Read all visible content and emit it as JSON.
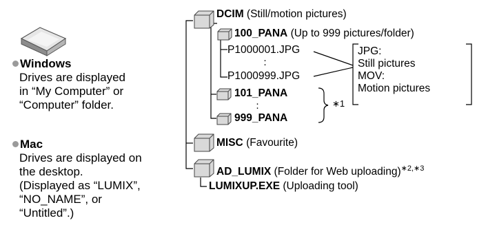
{
  "left": {
    "windows": {
      "title": "Windows",
      "lines": [
        "Drives are displayed",
        "in “My Computer” or",
        "“Computer” folder."
      ]
    },
    "mac": {
      "title": "Mac",
      "lines": [
        "Drives are displayed on",
        "the desktop.",
        "(Displayed as “LUMIX”,",
        "“NO_NAME”, or",
        "“Untitled”.)"
      ]
    }
  },
  "tree": {
    "dcim": {
      "name": "DCIM",
      "desc": "(Still/motion pictures)"
    },
    "pana100": {
      "name": "100_PANA",
      "desc": "(Up to 999 pictures/folder)"
    },
    "file_first": "P1000001.JPG",
    "file_last": "P1000999.JPG",
    "pana101": {
      "name": "101_PANA"
    },
    "pana999": {
      "name": "999_PANA"
    },
    "note1": "∗1",
    "misc": {
      "name": "MISC",
      "desc": "(Favourite)"
    },
    "ad_lumix": {
      "name": "AD_LUMIX",
      "desc": "(Folder for Web uploading)",
      "note": "∗2,∗3"
    },
    "lumixup": {
      "name": "LUMIXUP.EXE",
      "desc": "(Uploading tool)"
    }
  },
  "callout": {
    "lines": [
      "JPG:",
      "Still pictures",
      "MOV:",
      "Motion pictures"
    ]
  },
  "icons": [
    "drive-icon",
    "folder-icon",
    "bullet-icon"
  ]
}
